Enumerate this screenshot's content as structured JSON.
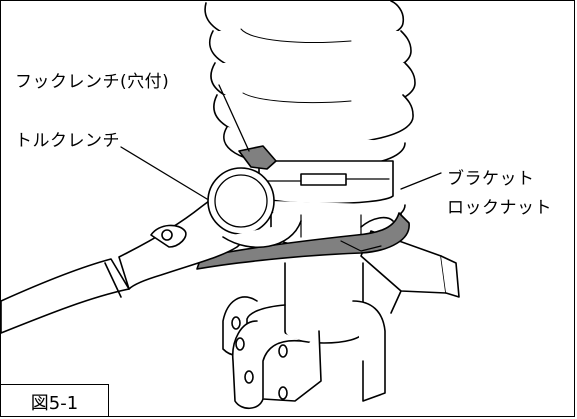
{
  "labels": {
    "hook_wrench": "フックレンチ(穴付)",
    "torque_wrench": "トルクレンチ",
    "bracket_lock_nut_line1": "ブラケット",
    "bracket_lock_nut_line2": "ロックナット"
  },
  "figure": {
    "caption": "図5-1"
  },
  "colors": {
    "line": "#000000",
    "hook_wrench_fill": "#808080",
    "paper": "#ffffff"
  }
}
